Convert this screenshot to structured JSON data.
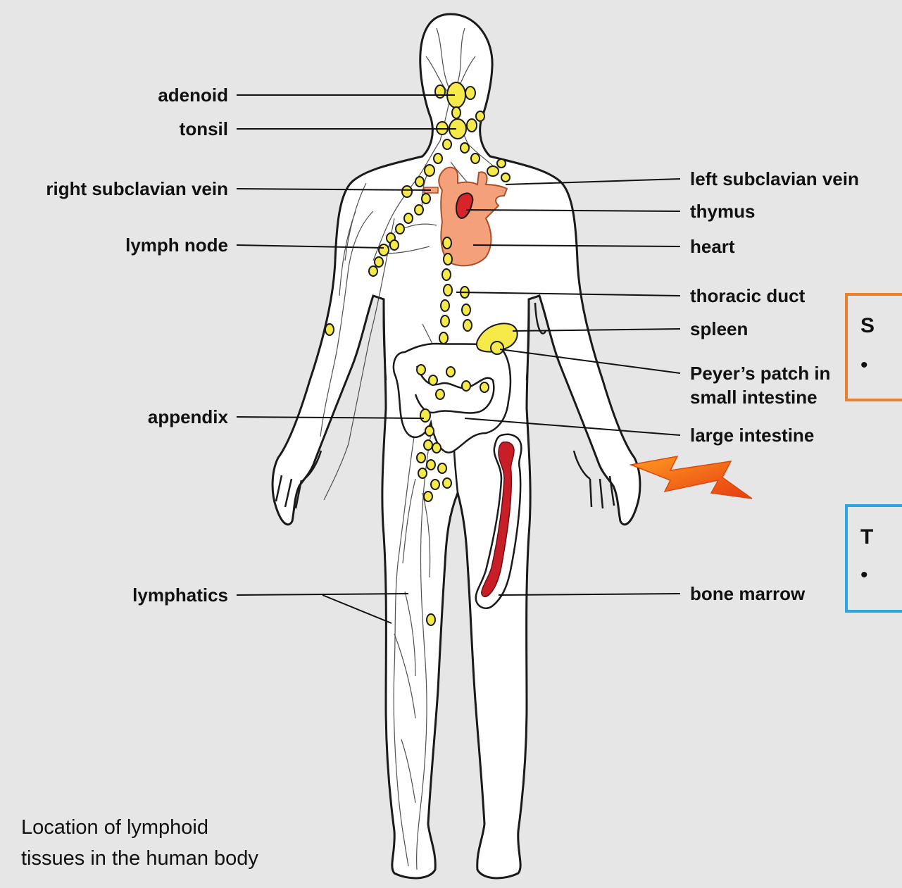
{
  "labels_left": {
    "adenoid": "adenoid",
    "tonsil": "tonsil",
    "right_subclavian_vein": "right subclavian vein",
    "lymph_node": "lymph node",
    "appendix": "appendix",
    "lymphatics": "lymphatics"
  },
  "labels_right": {
    "left_subclavian_vein": "left subclavian vein",
    "thymus": "thymus",
    "heart": "heart",
    "thoracic_duct": "thoracic duct",
    "spleen": "spleen",
    "peyers_patch_line1": "Peyer’s patch in",
    "peyers_patch_line2": "small intestine",
    "large_intestine": "large intestine",
    "bone_marrow": "bone marrow"
  },
  "boxes": {
    "top_box": {
      "title": "S",
      "bullet": "•",
      "border_color": "#e8812d"
    },
    "bottom_box": {
      "title": "T",
      "bullet": "•",
      "border_color": "#2aa7e2"
    }
  },
  "caption_line1": "Location of lymphoid",
  "caption_line2": "tissues in the human body",
  "colors": {
    "background": "#e6e6e6",
    "node": "#f5ea4a",
    "heart": "#f4a07a",
    "thymus": "#d8232a",
    "bone_marrow": "#c81e27",
    "arrow": "#f25b18"
  }
}
